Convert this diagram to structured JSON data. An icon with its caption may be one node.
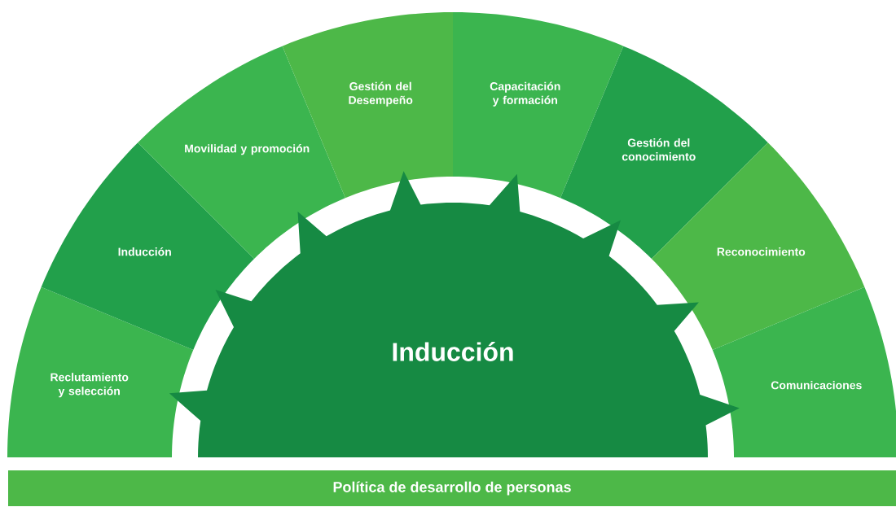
{
  "diagram": {
    "nodes": [
      {
        "text": [
          "Reclutamiento y selección"
        ]
      },
      {
        "text": [
          "Inducción"
        ]
      },
      {
        "text": [
          "Movilidad y promoción"
        ]
      },
      {
        "text": [
          "Gestión del Desempeño"
        ]
      },
      {
        "text": [
          "Capacitación y formación"
        ]
      },
      {
        "text": [
          "Gestión del conocimiento"
        ]
      },
      {
        "text": [
          "Reconocimiento"
        ]
      },
      {
        "text": [
          "Comunicaciones"
        ]
      },
      {
        "text": [
          "Inducción"
        ]
      },
      {
        "text": [
          "Política de desarrollo de personas"
        ]
      }
    ]
  }
}
